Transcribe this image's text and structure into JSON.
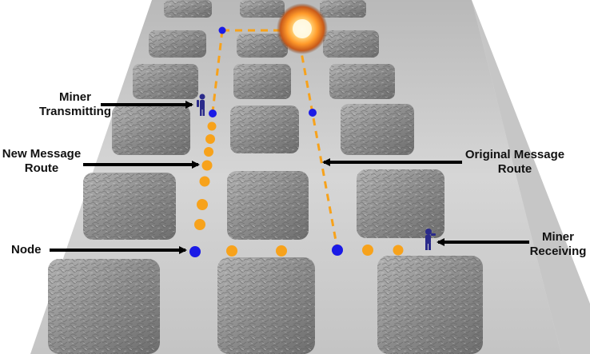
{
  "labels": {
    "miner_transmitting": {
      "line1": "Miner",
      "line2": "Transmitting"
    },
    "new_message_route": {
      "line1": "New Message",
      "line2": "Route"
    },
    "node": "Node",
    "original_message_route": {
      "line1": "Original Message",
      "line2": "Route"
    },
    "miner_receiving": {
      "line1": "Miner",
      "line2": "Receiving"
    }
  },
  "colors": {
    "floor": "#cfcfcf",
    "pillar_face": "#8a8a8a",
    "pillar_top": "#a9a9a9",
    "node": "#1a1ae6",
    "route": "#f7a21b",
    "arrow": "#000000",
    "explosion": "#ff9a2a"
  },
  "icons": [
    "explosion-icon",
    "miner-transmitting-icon",
    "miner-receiving-icon"
  ]
}
